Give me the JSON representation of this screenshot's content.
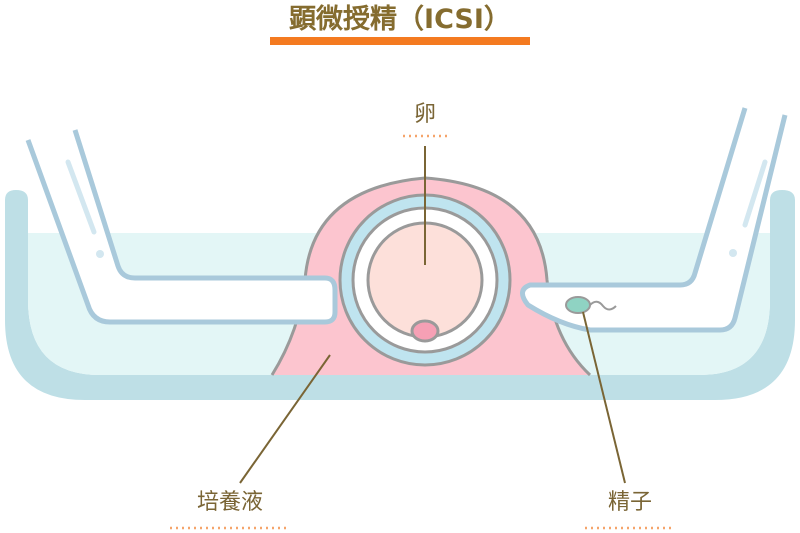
{
  "title": "顕微授精（ICSI）",
  "labels": {
    "egg": "卵",
    "culture_medium": "培養液",
    "sperm": "精子"
  },
  "colors": {
    "title": "#856c2f",
    "title_underline": "#f47a20",
    "label_text": "#7a6535",
    "dish": "#bedfe6",
    "liquid": "#e3f6f6",
    "medium": "#fcc5cf",
    "zona": "#bfe4ef",
    "egg": "#fde0da",
    "polar_body": "#f6a0b5",
    "sperm": "#8fd3c3"
  }
}
